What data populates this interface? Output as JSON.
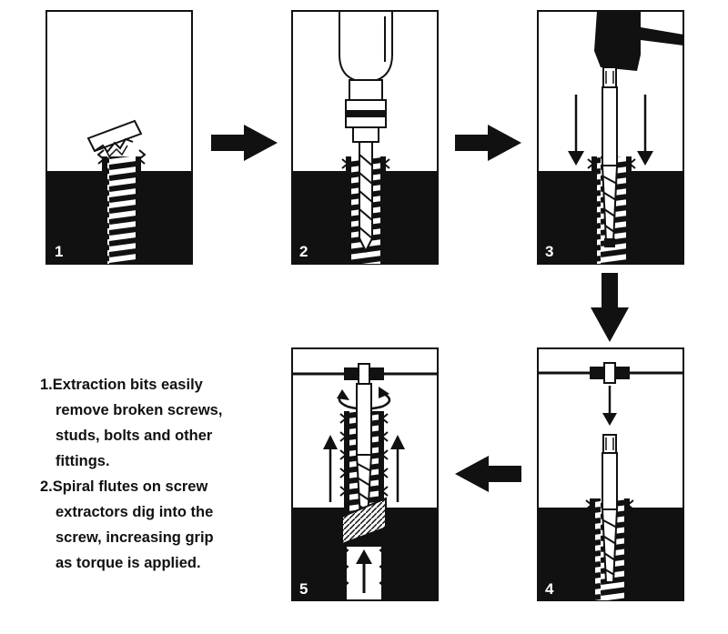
{
  "panels": [
    {
      "number": "1"
    },
    {
      "number": "2"
    },
    {
      "number": "3"
    },
    {
      "number": "4"
    },
    {
      "number": "5"
    }
  ],
  "notes": [
    {
      "lines": [
        "1.Extraction bits easily",
        "remove broken screws,",
        "studs, bolts and other",
        "fittings."
      ]
    },
    {
      "lines": [
        "2.Spiral flutes on screw",
        "extractors dig into the",
        "screw, increasing grip",
        "as torque is applied."
      ]
    }
  ],
  "colors": {
    "ink": "#111111",
    "paper": "#ffffff"
  },
  "icons": [
    "broken-screw-icon",
    "drill-chuck-icon",
    "hammer-icon",
    "screw-extractor-icon",
    "tap-wrench-icon",
    "rotate-arrow-icon",
    "arrow-right-icon",
    "arrow-down-icon",
    "arrow-left-icon"
  ]
}
